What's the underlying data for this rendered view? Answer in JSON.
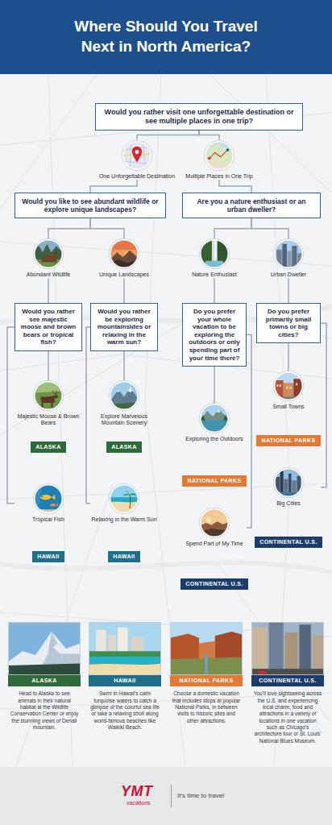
{
  "diagram": {
    "title": "Where Should You Travel Next in North America?",
    "nodes": [
      {
        "text": [
          "Would you rather visit one unforgettable destination or see multiple places in one trip?"
        ]
      },
      {
        "text": [
          "One Unforgettable Destination"
        ]
      },
      {
        "text": [
          "Multiple Places in One Trip"
        ]
      },
      {
        "text": [
          "Would you like to see abundant wildlife or explore unique landscapes?"
        ]
      },
      {
        "text": [
          "Are you a nature enthusiast or an urban dweller?"
        ]
      },
      {
        "text": [
          "Abundant Wildlife"
        ]
      },
      {
        "text": [
          "Unique Landscapes"
        ]
      },
      {
        "text": [
          "Nature Enthusiast"
        ]
      },
      {
        "text": [
          "Urban Dweller"
        ]
      },
      {
        "text": [
          "Would you rather see majestic moose and brown bears or tropical fish?"
        ]
      },
      {
        "text": [
          "Would you rather be exploring mountainsides or relaxing in the warm sun?"
        ]
      },
      {
        "text": [
          "Do you prefer your whole vacation to be exploring the outdoors or only spending part of your time there?"
        ]
      },
      {
        "text": [
          "Do you prefer primarily small towns or big cities?"
        ]
      },
      {
        "text": [
          "Majestic Moose & Brown Bears"
        ]
      },
      {
        "text": [
          "ALASKA"
        ]
      },
      {
        "text": [
          "Explore Marvelous Mountain Scenery"
        ]
      },
      {
        "text": [
          "ALASKA"
        ]
      },
      {
        "text": [
          "Small Towns"
        ]
      },
      {
        "text": [
          "NATIONAL PARKS"
        ]
      },
      {
        "text": [
          "Exploring the Outdoors"
        ]
      },
      {
        "text": [
          "NATIONAL PARKS"
        ]
      },
      {
        "text": [
          "Big Cities"
        ]
      },
      {
        "text": [
          "CONTINENTAL U.S."
        ]
      },
      {
        "text": [
          "Tropical Fish"
        ]
      },
      {
        "text": [
          "HAWAII"
        ]
      },
      {
        "text": [
          "Relaxing in the Warm Sun"
        ]
      },
      {
        "text": [
          "HAWAII"
        ]
      },
      {
        "text": [
          "Spend Part of My Time"
        ]
      },
      {
        "text": [
          "CONTINENTAL U.S."
        ]
      },
      {
        "text": [
          "ALASKA",
          "Head to Alaska to see animals in their natural habitat at the Wildlife Conservation Center or enjoy the stunning views of Denali mountain."
        ]
      },
      {
        "text": [
          "HAWAII",
          "Swim in Hawaii's calm turquoise waters to catch a glimpse of the colorful sea life or take a relaxing stroll along world-famous beaches like Waikiki Beach."
        ]
      },
      {
        "text": [
          "NATIONAL PARKS",
          "Choose a domestic vacation that includes stops at popular National Parks, in between visits to historic sites and other attractions."
        ]
      },
      {
        "text": [
          "CONTINENTAL U.S.",
          "You'll love sightseeing across the U.S. and experiencing local charm, food and attractions in a variety of locations in one vacation such as Chicago's architecture tour or St. Louis' National Blues Museum."
        ]
      }
    ],
    "edges": [
      {
        "from": 0,
        "to": 1,
        "arrow": "none"
      },
      {
        "from": 0,
        "to": 2,
        "arrow": "none"
      },
      {
        "from": 1,
        "to": 3,
        "arrow": "none"
      },
      {
        "from": 2,
        "to": 4,
        "arrow": "none"
      },
      {
        "from": 3,
        "to": 5,
        "arrow": "none"
      },
      {
        "from": 3,
        "to": 6,
        "arrow": "none"
      },
      {
        "from": 4,
        "to": 7,
        "arrow": "none"
      },
      {
        "from": 4,
        "to": 8,
        "arrow": "none"
      },
      {
        "from": 5,
        "to": 9,
        "arrow": "none"
      },
      {
        "from": 6,
        "to": 10,
        "arrow": "none"
      },
      {
        "from": 7,
        "to": 11,
        "arrow": "none"
      },
      {
        "from": 8,
        "to": 12,
        "arrow": "none"
      },
      {
        "from": 9,
        "to": 13,
        "arrow": "none"
      },
      {
        "from": 9,
        "to": 23,
        "arrow": "none"
      },
      {
        "from": 10,
        "to": 15,
        "arrow": "none"
      },
      {
        "from": 10,
        "to": 25,
        "arrow": "none"
      },
      {
        "from": 11,
        "to": 19,
        "arrow": "none"
      },
      {
        "from": 11,
        "to": 27,
        "arrow": "none"
      },
      {
        "from": 12,
        "to": 17,
        "arrow": "none"
      },
      {
        "from": 12,
        "to": 21,
        "arrow": "none"
      }
    ],
    "labels": [
      "YMT",
      "vacations",
      "It's time to travel"
    ]
  }
}
